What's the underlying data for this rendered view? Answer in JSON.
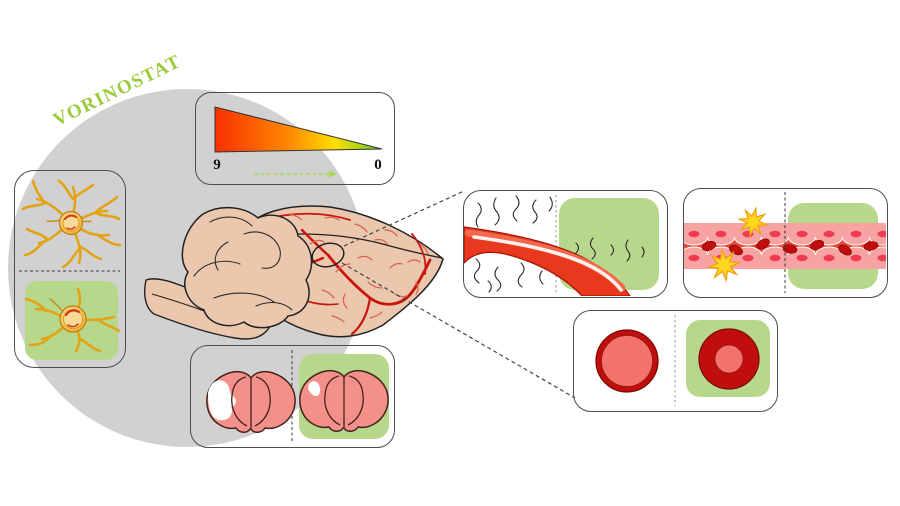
{
  "figure": {
    "drug_label": "VORINOSTAT",
    "scale": {
      "left_value": "9",
      "right_value": "0"
    }
  },
  "colors": {
    "accent_green": "#9bcb3b",
    "panel_green": "#b7d88b",
    "circle_gray": "#d2d1d1",
    "panel_border": "#4d4d4d",
    "brain_tan": "#eac7ad",
    "vessel_red": "#e8391f",
    "vessel_dark": "#c8150c",
    "dark_red": "#c00d0d",
    "lumen_red": "#e84a38",
    "wall_pink": "#f7a3a3",
    "nucleus_red": "#ee3b50",
    "slice_pink": "#f4908a",
    "rbc_light": "#f4726c",
    "microglia_gold": "#e2a315",
    "burst_yellow": "#ffd71f",
    "arrow_green": "#a9d84b"
  },
  "icons": [
    "microglia-activated-icon",
    "microglia-resting-icon",
    "severity-scale-triangle",
    "scale-direction-arrow",
    "brain-lateral-icon",
    "zoom-circle",
    "slice-untreated-icon",
    "slice-treated-icon",
    "blood-vessel-icon",
    "nerve-fibers-icon",
    "vessel-wall-icon",
    "inflammation-burst-icon",
    "red-blood-cell-icon",
    "vessel-ring-untreated-icon",
    "vessel-ring-treated-icon"
  ]
}
